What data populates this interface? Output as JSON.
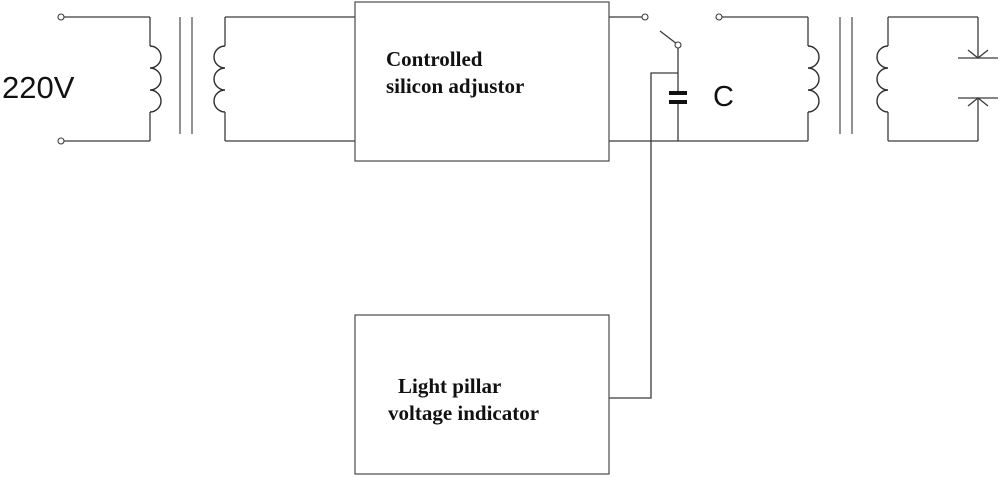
{
  "input_voltage_label": "220V",
  "capacitor_label": "C",
  "controller": {
    "line1": "Controlled",
    "line2": "silicon adjustor"
  },
  "indicator": {
    "line1": "Light pillar",
    "line2": "voltage indicator"
  }
}
